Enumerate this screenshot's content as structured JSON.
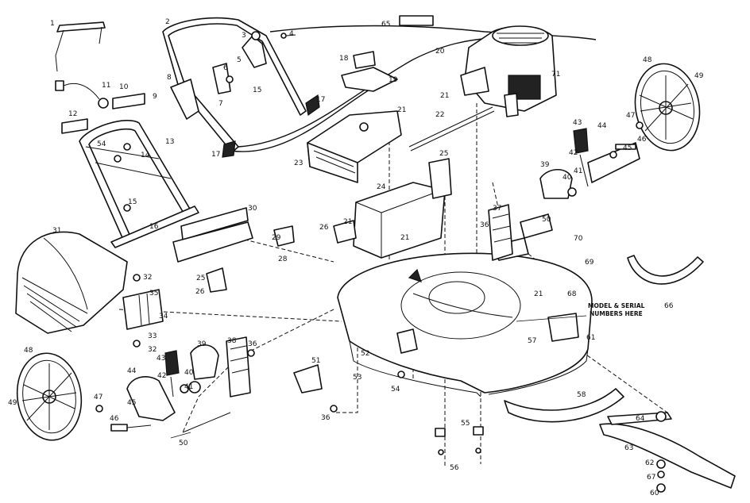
{
  "note": {
    "line1": "MODEL & SERIAL",
    "line2": "NUMBERS HERE"
  },
  "callouts": [
    {
      "id": "c1",
      "text": "1"
    },
    {
      "id": "c2",
      "text": "2"
    },
    {
      "id": "c3",
      "text": "3"
    },
    {
      "id": "c4",
      "text": "4"
    },
    {
      "id": "c5",
      "text": "5"
    },
    {
      "id": "c6",
      "text": "6"
    },
    {
      "id": "c7",
      "text": "7"
    },
    {
      "id": "c8",
      "text": "8"
    },
    {
      "id": "c9",
      "text": "9"
    },
    {
      "id": "c10",
      "text": "10"
    },
    {
      "id": "c11",
      "text": "11"
    },
    {
      "id": "c12",
      "text": "12"
    },
    {
      "id": "c13",
      "text": "13"
    },
    {
      "id": "c14",
      "text": "14"
    },
    {
      "id": "c15a",
      "text": "15"
    },
    {
      "id": "c15b",
      "text": "15"
    },
    {
      "id": "c16",
      "text": "16"
    },
    {
      "id": "c17a",
      "text": "17"
    },
    {
      "id": "c17b",
      "text": "17"
    },
    {
      "id": "c18",
      "text": "18"
    },
    {
      "id": "c19",
      "text": "19"
    },
    {
      "id": "c20",
      "text": "20"
    },
    {
      "id": "c21a",
      "text": "21"
    },
    {
      "id": "c21b",
      "text": "21"
    },
    {
      "id": "c21c",
      "text": "21"
    },
    {
      "id": "c21d",
      "text": "21"
    },
    {
      "id": "c21e",
      "text": "21"
    },
    {
      "id": "c22",
      "text": "22"
    },
    {
      "id": "c23",
      "text": "23"
    },
    {
      "id": "c24",
      "text": "24"
    },
    {
      "id": "c25a",
      "text": "25"
    },
    {
      "id": "c25b",
      "text": "25"
    },
    {
      "id": "c26a",
      "text": "26"
    },
    {
      "id": "c26b",
      "text": "26"
    },
    {
      "id": "c28",
      "text": "28"
    },
    {
      "id": "c29",
      "text": "29"
    },
    {
      "id": "c30",
      "text": "30"
    },
    {
      "id": "c31",
      "text": "31"
    },
    {
      "id": "c32a",
      "text": "32"
    },
    {
      "id": "c32b",
      "text": "32"
    },
    {
      "id": "c33",
      "text": "33"
    },
    {
      "id": "c34",
      "text": "34"
    },
    {
      "id": "c35",
      "text": "35"
    },
    {
      "id": "c36a",
      "text": "36"
    },
    {
      "id": "c36b",
      "text": "36"
    },
    {
      "id": "c36c",
      "text": "36"
    },
    {
      "id": "c37",
      "text": "37"
    },
    {
      "id": "c38",
      "text": "38"
    },
    {
      "id": "c39a",
      "text": "39"
    },
    {
      "id": "c39b",
      "text": "39"
    },
    {
      "id": "c40a",
      "text": "40"
    },
    {
      "id": "c40b",
      "text": "40"
    },
    {
      "id": "c41a",
      "text": "41"
    },
    {
      "id": "c41b",
      "text": "41"
    },
    {
      "id": "c42a",
      "text": "42"
    },
    {
      "id": "c42b",
      "text": "42"
    },
    {
      "id": "c43a",
      "text": "43"
    },
    {
      "id": "c43b",
      "text": "43"
    },
    {
      "id": "c44a",
      "text": "44"
    },
    {
      "id": "c44b",
      "text": "44"
    },
    {
      "id": "c45a",
      "text": "45"
    },
    {
      "id": "c45b",
      "text": "45"
    },
    {
      "id": "c46a",
      "text": "46"
    },
    {
      "id": "c46b",
      "text": "46"
    },
    {
      "id": "c47a",
      "text": "47"
    },
    {
      "id": "c47b",
      "text": "47"
    },
    {
      "id": "c48a",
      "text": "48"
    },
    {
      "id": "c48b",
      "text": "48"
    },
    {
      "id": "c49a",
      "text": "49"
    },
    {
      "id": "c49b",
      "text": "49"
    },
    {
      "id": "c50a",
      "text": "50"
    },
    {
      "id": "c50b",
      "text": "50"
    },
    {
      "id": "c51",
      "text": "51"
    },
    {
      "id": "c52",
      "text": "52"
    },
    {
      "id": "c53",
      "text": "53"
    },
    {
      "id": "c54a",
      "text": "54"
    },
    {
      "id": "c54b",
      "text": "54"
    },
    {
      "id": "c55",
      "text": "55"
    },
    {
      "id": "c56",
      "text": "56"
    },
    {
      "id": "c57",
      "text": "57"
    },
    {
      "id": "c58",
      "text": "58"
    },
    {
      "id": "c60",
      "text": "60"
    },
    {
      "id": "c61",
      "text": "61"
    },
    {
      "id": "c62",
      "text": "62"
    },
    {
      "id": "c63",
      "text": "63"
    },
    {
      "id": "c64",
      "text": "64"
    },
    {
      "id": "c65",
      "text": "65"
    },
    {
      "id": "c66",
      "text": "66"
    },
    {
      "id": "c67",
      "text": "67"
    },
    {
      "id": "c68",
      "text": "68"
    },
    {
      "id": "c69",
      "text": "69"
    },
    {
      "id": "c70",
      "text": "70"
    },
    {
      "id": "c71",
      "text": "71"
    }
  ]
}
